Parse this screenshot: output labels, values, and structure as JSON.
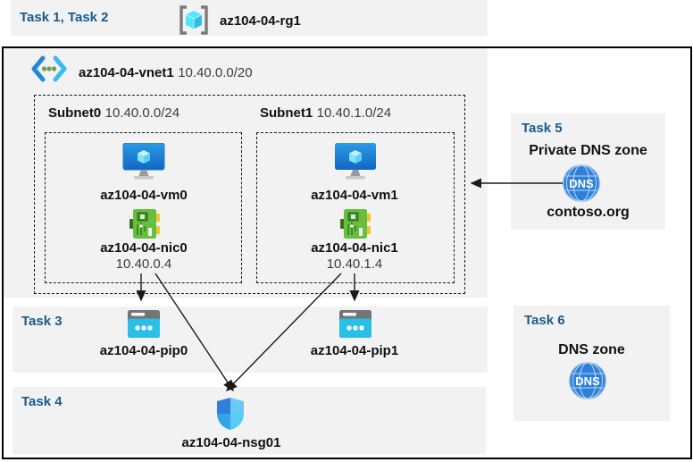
{
  "colors": {
    "task_blue": "#1A5A8C",
    "band_gray": "#F2F2F2",
    "vm_blue": "#1B7FD4",
    "nic_green": "#67BE3F",
    "pip_cyan": "#29C0E7",
    "dns_blue": "#2E7FD9",
    "rg_cube_cyan": "#50E6FF",
    "nsg_blue": "#2E7FD9",
    "arrow_black": "#1a1a1a"
  },
  "header": {
    "task_label": "Task 1, Task 2",
    "resource_group": "az104-04-rg1"
  },
  "vnet": {
    "name": "az104-04-vnet1",
    "cidr": "10.40.0.0/20",
    "subnets": [
      {
        "name": "Subnet0",
        "cidr": "10.40.0.0/24",
        "vm": "az104-04-vm0",
        "nic": "az104-04-nic0",
        "ip": "10.40.0.4"
      },
      {
        "name": "Subnet1",
        "cidr": "10.40.1.0/24",
        "vm": "az104-04-vm1",
        "nic": "az104-04-nic1",
        "ip": "10.40.1.4"
      }
    ]
  },
  "task3": {
    "label": "Task 3",
    "pip0": "az104-04-pip0",
    "pip1": "az104-04-pip1"
  },
  "task4": {
    "label": "Task 4",
    "nsg": "az104-04-nsg01"
  },
  "task5": {
    "label": "Task 5",
    "title": "Private DNS zone",
    "zone": "contoso.org",
    "icon_text": "DNS"
  },
  "task6": {
    "label": "Task 6",
    "title": "DNS zone",
    "icon_text": "DNS"
  }
}
